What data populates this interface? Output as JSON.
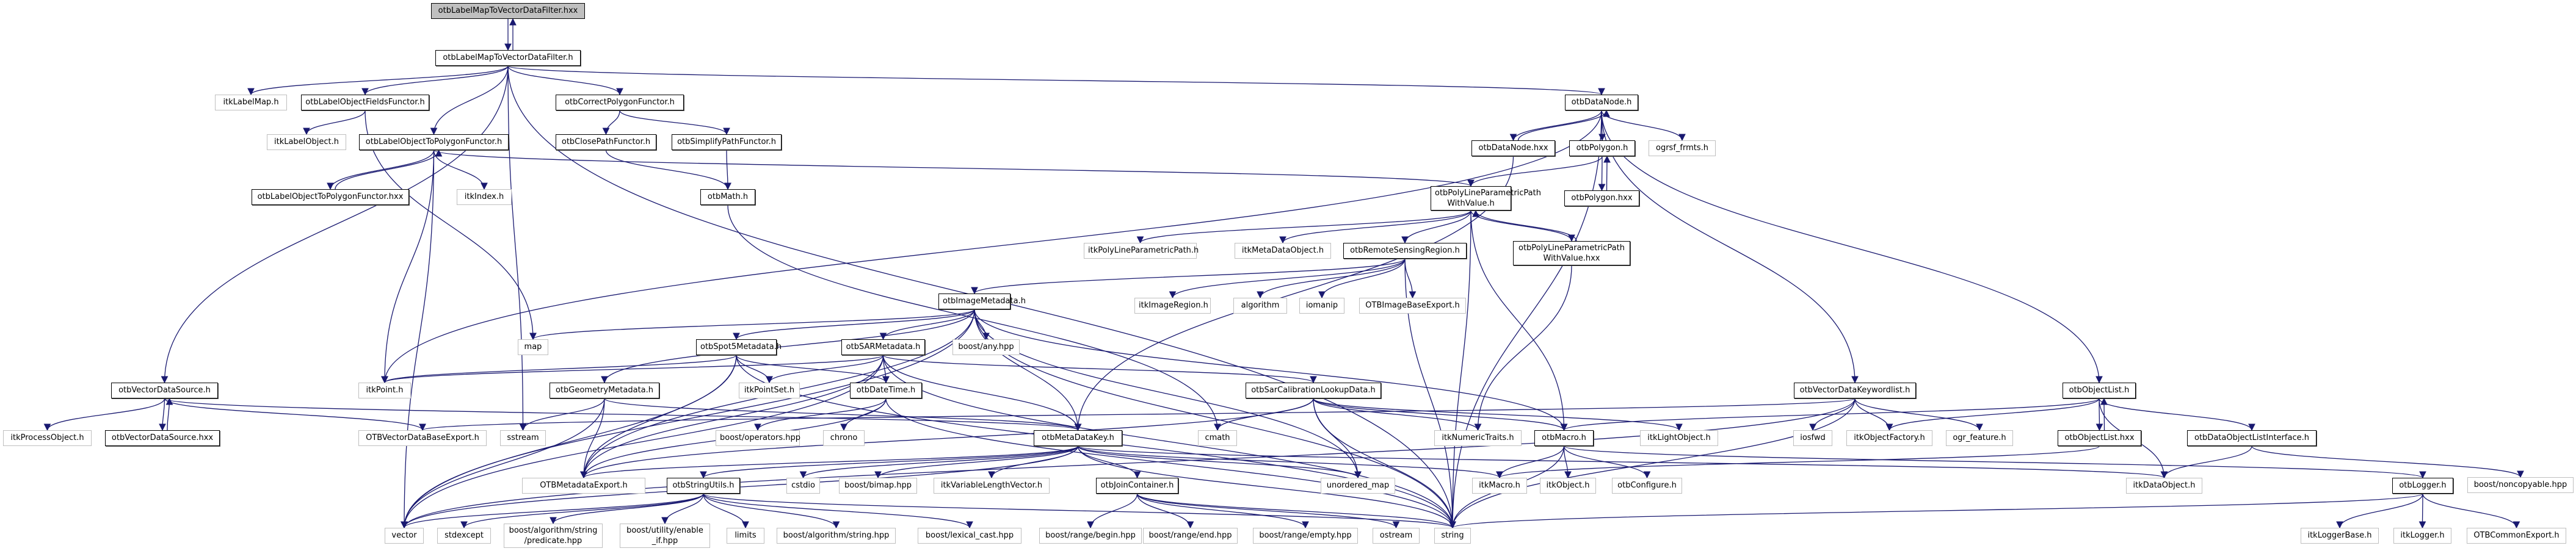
{
  "title": "otbLabelMapToVectorDataFilter.hxx include dependency graph",
  "colors": {
    "edge": "#191970",
    "root_fill": "#bfbfbf",
    "doc_border": "#000000",
    "ext_border": "#bfbfbf"
  },
  "nodes": {
    "root": "otbLabelMapToVectorDataFilter.hxx",
    "filter_h": "otbLabelMapToVectorDataFilter.h",
    "itkLabelMap": "itkLabelMap.h",
    "fieldsFunctor": "otbLabelObjectFieldsFunctor.h",
    "itkLabelObject": "itkLabelObject.h",
    "toPolyFunctor": "otbLabelObjectToPolygonFunctor.h",
    "toPolyFunctorHxx": "otbLabelObjectToPolygonFunctor.hxx",
    "itkIndex": "itkIndex.h",
    "correctPoly": "otbCorrectPolygonFunctor.h",
    "closePath": "otbClosePathFunctor.h",
    "simplifyPath": "otbSimplifyPathFunctor.h",
    "otbMath": "otbMath.h",
    "dataNode": "otbDataNode.h",
    "dataNodeHxx": "otbDataNode.hxx",
    "polygon": "otbPolygon.h",
    "polygonHxx": "otbPolygon.hxx",
    "ogrsf": "ogrsf_frmts.h",
    "polyLinePath": "otbPolyLineParametricPath WithValue.h",
    "polyLinePathHxx": "otbPolyLineParametricPath WithValue.hxx",
    "itkPolyLinePath": "itkPolyLineParametricPath.h",
    "itkMetaDataObject": "itkMetaDataObject.h",
    "rsRegion": "otbRemoteSensingRegion.h",
    "imageMetadata": "otbImageMetadata.h",
    "itkImageRegion": "itkImageRegion.h",
    "algorithm": "algorithm",
    "iomanip": "iomanip",
    "imageBaseExport": "OTBImageBaseExport.h",
    "map": "map",
    "spot5": "otbSpot5Metadata.h",
    "sarMetadata": "otbSARMetadata.h",
    "boostAny": "boost/any.hpp",
    "itkPoint": "itkPoint.h",
    "geomMetadata": "otbGeometryMetadata.h",
    "itkPointSet": "itkPointSet.h",
    "dateTime": "otbDateTime.h",
    "sarCalib": "otbSarCalibrationLookupData.h",
    "vectorDataSource": "otbVectorDataSource.h",
    "itkProcessObject": "itkProcessObject.h",
    "vectorDataSourceHxx": "otbVectorDataSource.hxx",
    "vdBaseExport": "OTBVectorDataBaseExport.h",
    "sstream": "sstream",
    "boostOperators": "boost/operators.hpp",
    "chrono": "chrono",
    "metaDataKey": "otbMetaDataKey.h",
    "cmath": "cmath",
    "itkNumericTraits": "itkNumericTraits.h",
    "otbMacro": "otbMacro.h",
    "itkLightObject": "itkLightObject.h",
    "metadataExport": "OTBMetadataExport.h",
    "stringUtils": "otbStringUtils.h",
    "cstdio": "cstdio",
    "boostBimap": "boost/bimap.hpp",
    "itkVLV": "itkVariableLengthVector.h",
    "joinContainer": "otbJoinContainer.h",
    "unorderedMap": "unordered_map",
    "itkMacro": "itkMacro.h",
    "itkObject": "itkObject.h",
    "otbConfigure": "otbConfigure.h",
    "vdKeywordlist": "otbVectorDataKeywordlist.h",
    "iosfwd": "iosfwd",
    "itkObjectFactory": "itkObjectFactory.h",
    "ogrFeature": "ogr_feature.h",
    "objectList": "otbObjectList.h",
    "objectListHxx": "otbObjectList.hxx",
    "dataObjListIface": "otbDataObjectListInterface.h",
    "itkDataObject": "itkDataObject.h",
    "logger": "otbLogger.h",
    "boostNoncopyable": "boost/noncopyable.hpp",
    "vector": "vector",
    "stdexcept": "stdexcept",
    "boostAlgoPredicate": "boost/algorithm/string /predicate.hpp",
    "boostEnableIf": "boost/utility/enable _if.hpp",
    "limits": "limits",
    "boostAlgoString": "boost/algorithm/string.hpp",
    "boostLexicalCast": "boost/lexical_cast.hpp",
    "boostRangeBegin": "boost/range/begin.hpp",
    "boostRangeEnd": "boost/range/end.hpp",
    "boostRangeEmpty": "boost/range/empty.hpp",
    "ostream": "ostream",
    "string": "string",
    "itkLoggerBase": "itkLoggerBase.h",
    "itkLogger": "itkLogger.h",
    "commonExport": "OTBCommonExport.h"
  },
  "edges": [
    [
      "root",
      "filter_h"
    ],
    [
      "filter_h",
      "root"
    ],
    [
      "filter_h",
      "itkLabelMap"
    ],
    [
      "filter_h",
      "fieldsFunctor"
    ],
    [
      "filter_h",
      "toPolyFunctor"
    ],
    [
      "filter_h",
      "correctPoly"
    ],
    [
      "filter_h",
      "dataNode"
    ],
    [
      "filter_h",
      "vectorDataSource"
    ],
    [
      "filter_h",
      "sstream"
    ],
    [
      "filter_h",
      "string"
    ],
    [
      "fieldsFunctor",
      "itkLabelObject"
    ],
    [
      "fieldsFunctor",
      "map"
    ],
    [
      "toPolyFunctor",
      "toPolyFunctorHxx"
    ],
    [
      "toPolyFunctorHxx",
      "toPolyFunctor"
    ],
    [
      "toPolyFunctor",
      "itkIndex"
    ],
    [
      "toPolyFunctor",
      "polyLinePath"
    ],
    [
      "toPolyFunctor",
      "itkPoint"
    ],
    [
      "toPolyFunctor",
      "vector"
    ],
    [
      "correctPoly",
      "closePath"
    ],
    [
      "correctPoly",
      "simplifyPath"
    ],
    [
      "closePath",
      "otbMath"
    ],
    [
      "simplifyPath",
      "otbMath"
    ],
    [
      "otbMath",
      "cmath"
    ],
    [
      "dataNode",
      "dataNodeHxx"
    ],
    [
      "dataNodeHxx",
      "dataNode"
    ],
    [
      "dataNode",
      "polygon"
    ],
    [
      "dataNode",
      "ogrsf"
    ],
    [
      "dataNode",
      "vdKeywordlist"
    ],
    [
      "dataNode",
      "objectList"
    ],
    [
      "dataNode",
      "itkPoint"
    ],
    [
      "dataNode",
      "string"
    ],
    [
      "dataNodeHxx",
      "metaDataKey"
    ],
    [
      "polygon",
      "polygonHxx"
    ],
    [
      "polygonHxx",
      "polygon"
    ],
    [
      "polygon",
      "polyLinePath"
    ],
    [
      "polyLinePath",
      "polyLinePathHxx"
    ],
    [
      "polyLinePathHxx",
      "polyLinePath"
    ],
    [
      "polyLinePath",
      "itkPolyLinePath"
    ],
    [
      "polyLinePath",
      "itkMetaDataObject"
    ],
    [
      "polyLinePath",
      "rsRegion"
    ],
    [
      "polyLinePath",
      "otbMacro"
    ],
    [
      "polyLinePath",
      "string"
    ],
    [
      "polyLinePathHxx",
      "itkNumericTraits"
    ],
    [
      "rsRegion",
      "imageMetadata"
    ],
    [
      "rsRegion",
      "itkImageRegion"
    ],
    [
      "rsRegion",
      "algorithm"
    ],
    [
      "rsRegion",
      "iomanip"
    ],
    [
      "rsRegion",
      "imageBaseExport"
    ],
    [
      "rsRegion",
      "string"
    ],
    [
      "imageMetadata",
      "map"
    ],
    [
      "imageMetadata",
      "spot5"
    ],
    [
      "imageMetadata",
      "sarMetadata"
    ],
    [
      "imageMetadata",
      "boostAny"
    ],
    [
      "imageMetadata",
      "geomMetadata"
    ],
    [
      "imageMetadata",
      "metaDataKey"
    ],
    [
      "imageMetadata",
      "metadataExport"
    ],
    [
      "imageMetadata",
      "unorderedMap"
    ],
    [
      "imageMetadata",
      "otbMacro"
    ],
    [
      "imageMetadata",
      "vector"
    ],
    [
      "imageMetadata",
      "string"
    ],
    [
      "spot5",
      "itkPoint"
    ],
    [
      "spot5",
      "itkPointSet"
    ],
    [
      "spot5",
      "dateTime"
    ],
    [
      "spot5",
      "metadataExport"
    ],
    [
      "spot5",
      "string"
    ],
    [
      "spot5",
      "vector"
    ],
    [
      "sarMetadata",
      "itkPoint"
    ],
    [
      "sarMetadata",
      "itkPointSet"
    ],
    [
      "sarMetadata",
      "dateTime"
    ],
    [
      "sarMetadata",
      "sarCalib"
    ],
    [
      "sarMetadata",
      "metaDataKey"
    ],
    [
      "sarMetadata",
      "metadataExport"
    ],
    [
      "sarMetadata",
      "vector"
    ],
    [
      "sarMetadata",
      "string"
    ],
    [
      "geomMetadata",
      "sstream"
    ],
    [
      "geomMetadata",
      "vector"
    ],
    [
      "geomMetadata",
      "metadataExport"
    ],
    [
      "geomMetadata",
      "metaDataKey"
    ],
    [
      "dateTime",
      "boostOperators"
    ],
    [
      "dateTime",
      "chrono"
    ],
    [
      "dateTime",
      "metadataExport"
    ],
    [
      "dateTime",
      "string"
    ],
    [
      "sarCalib",
      "cmath"
    ],
    [
      "sarCalib",
      "itkNumericTraits"
    ],
    [
      "sarCalib",
      "itkLightObject"
    ],
    [
      "sarCalib",
      "metadataExport"
    ],
    [
      "sarCalib",
      "otbMacro"
    ],
    [
      "sarCalib",
      "string"
    ],
    [
      "sarCalib",
      "unorderedMap"
    ],
    [
      "vectorDataSource",
      "itkProcessObject"
    ],
    [
      "vectorDataSource",
      "vectorDataSourceHxx"
    ],
    [
      "vectorDataSourceHxx",
      "vectorDataSource"
    ],
    [
      "vectorDataSource",
      "vdBaseExport"
    ],
    [
      "vectorDataSource",
      "metaDataKey"
    ],
    [
      "metaDataKey",
      "metadataExport"
    ],
    [
      "metaDataKey",
      "stringUtils"
    ],
    [
      "metaDataKey",
      "cstdio"
    ],
    [
      "metaDataKey",
      "boostBimap"
    ],
    [
      "metaDataKey",
      "itkVLV"
    ],
    [
      "metaDataKey",
      "joinContainer"
    ],
    [
      "metaDataKey",
      "unorderedMap"
    ],
    [
      "metaDataKey",
      "itkMacro"
    ],
    [
      "metaDataKey",
      "vector"
    ],
    [
      "metaDataKey",
      "string"
    ],
    [
      "metaDataKey",
      "itkDataObject"
    ],
    [
      "otbMacro",
      "itkMacro"
    ],
    [
      "otbMacro",
      "itkObject"
    ],
    [
      "otbMacro",
      "otbConfigure"
    ],
    [
      "otbMacro",
      "string"
    ],
    [
      "otbMacro",
      "logger"
    ],
    [
      "stringUtils",
      "vector"
    ],
    [
      "stringUtils",
      "stdexcept"
    ],
    [
      "stringUtils",
      "boostAlgoPredicate"
    ],
    [
      "stringUtils",
      "boostEnableIf"
    ],
    [
      "stringUtils",
      "limits"
    ],
    [
      "stringUtils",
      "boostAlgoString"
    ],
    [
      "stringUtils",
      "boostLexicalCast"
    ],
    [
      "stringUtils",
      "string"
    ],
    [
      "joinContainer",
      "boostRangeBegin"
    ],
    [
      "joinContainer",
      "boostRangeEnd"
    ],
    [
      "joinContainer",
      "boostRangeEmpty"
    ],
    [
      "joinContainer",
      "ostream"
    ],
    [
      "joinContainer",
      "string"
    ],
    [
      "vdKeywordlist",
      "iosfwd"
    ],
    [
      "vdKeywordlist",
      "itkObjectFactory"
    ],
    [
      "vdKeywordlist",
      "ogrFeature"
    ],
    [
      "vdKeywordlist",
      "vdBaseExport"
    ],
    [
      "vdKeywordlist",
      "string"
    ],
    [
      "vdKeywordlist",
      "vector"
    ],
    [
      "objectList",
      "objectListHxx"
    ],
    [
      "objectListHxx",
      "objectList"
    ],
    [
      "objectList",
      "itkObjectFactory"
    ],
    [
      "objectList",
      "dataObjListIface"
    ],
    [
      "objectList",
      "itkDataObject"
    ],
    [
      "objectList",
      "otbMacro"
    ],
    [
      "objectListHxx",
      "itkMacro"
    ],
    [
      "dataObjListIface",
      "itkDataObject"
    ],
    [
      "dataObjListIface",
      "boostNoncopyable"
    ],
    [
      "logger",
      "itkLoggerBase"
    ],
    [
      "logger",
      "itkLogger"
    ],
    [
      "logger",
      "commonExport"
    ],
    [
      "logger",
      "string"
    ]
  ]
}
